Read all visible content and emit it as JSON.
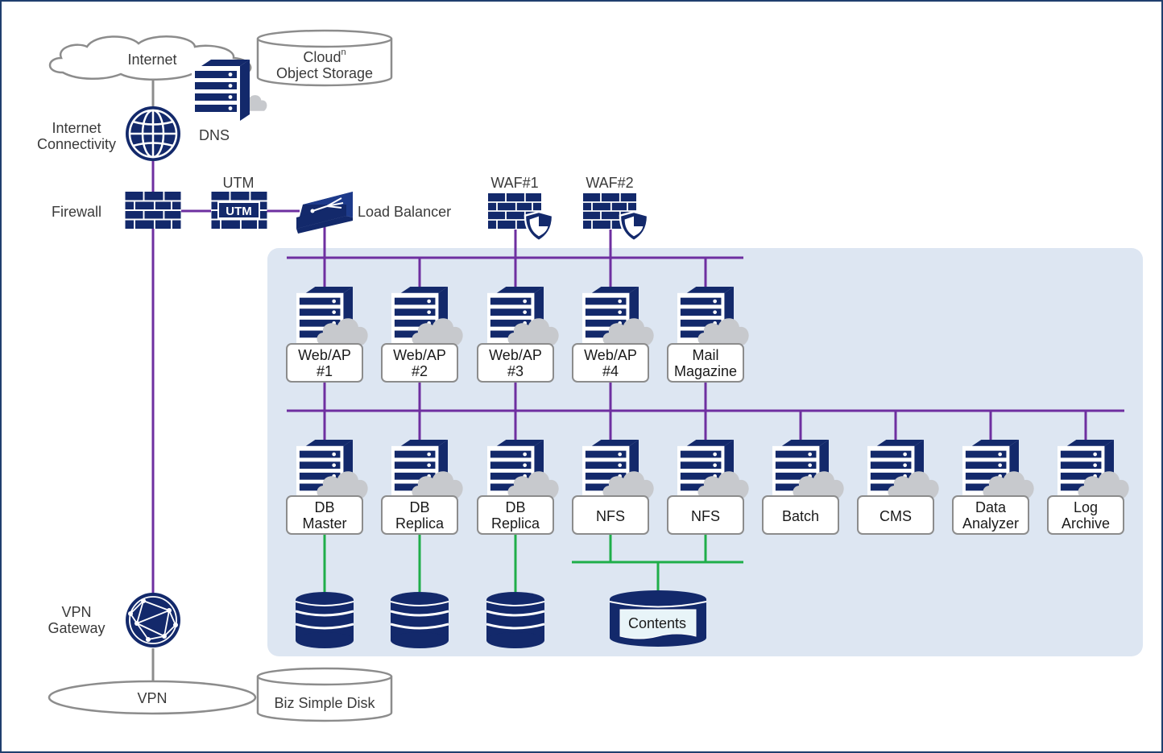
{
  "colors": {
    "navy": "#13296b",
    "purple_line": "#6e2fa0",
    "green_line": "#1fae4a",
    "zone_fill": "#dde6f2",
    "cloud_gray": "#c7c9cd",
    "gray_line": "#8c8c8c"
  },
  "top": {
    "internet": "Internet",
    "cloud_storage_line1": "Cloud",
    "cloud_storage_sup": "n",
    "cloud_storage_line2": "Object Storage",
    "dns": "DNS",
    "connectivity_line1": "Internet",
    "connectivity_line2": "Connectivity",
    "firewall": "Firewall",
    "utm_caption": "UTM",
    "utm_badge": "UTM",
    "load_balancer": "Load Balancer",
    "waf1": "WAF#1",
    "waf2": "WAF#2"
  },
  "web_servers": [
    {
      "line1": "Web/AP",
      "line2": "#1"
    },
    {
      "line1": "Web/AP",
      "line2": "#2"
    },
    {
      "line1": "Web/AP",
      "line2": "#3"
    },
    {
      "line1": "Web/AP",
      "line2": "#4"
    },
    {
      "line1": "Mail",
      "line2": "Magazine"
    }
  ],
  "back_servers": [
    {
      "line1": "DB",
      "line2": "Master"
    },
    {
      "line1": "DB",
      "line2": "Replica"
    },
    {
      "line1": "DB",
      "line2": "Replica"
    },
    {
      "line1": "NFS",
      "line2": ""
    },
    {
      "line1": "NFS",
      "line2": ""
    },
    {
      "line1": "Batch",
      "line2": ""
    },
    {
      "line1": "CMS",
      "line2": ""
    },
    {
      "line1": "Data",
      "line2": "Analyzer"
    },
    {
      "line1": "Log",
      "line2": "Archive"
    }
  ],
  "storage": {
    "contents": "Contents"
  },
  "bottom": {
    "vpn_gateway_line1": "VPN",
    "vpn_gateway_line2": "Gateway",
    "vpn": "VPN",
    "biz_disk": "Biz Simple Disk"
  },
  "icons": [
    "cloud-icon",
    "globe-icon",
    "server-icon",
    "firewall-icon",
    "load-balancer-icon",
    "shield-icon",
    "database-icon",
    "vpn-gateway-icon"
  ]
}
